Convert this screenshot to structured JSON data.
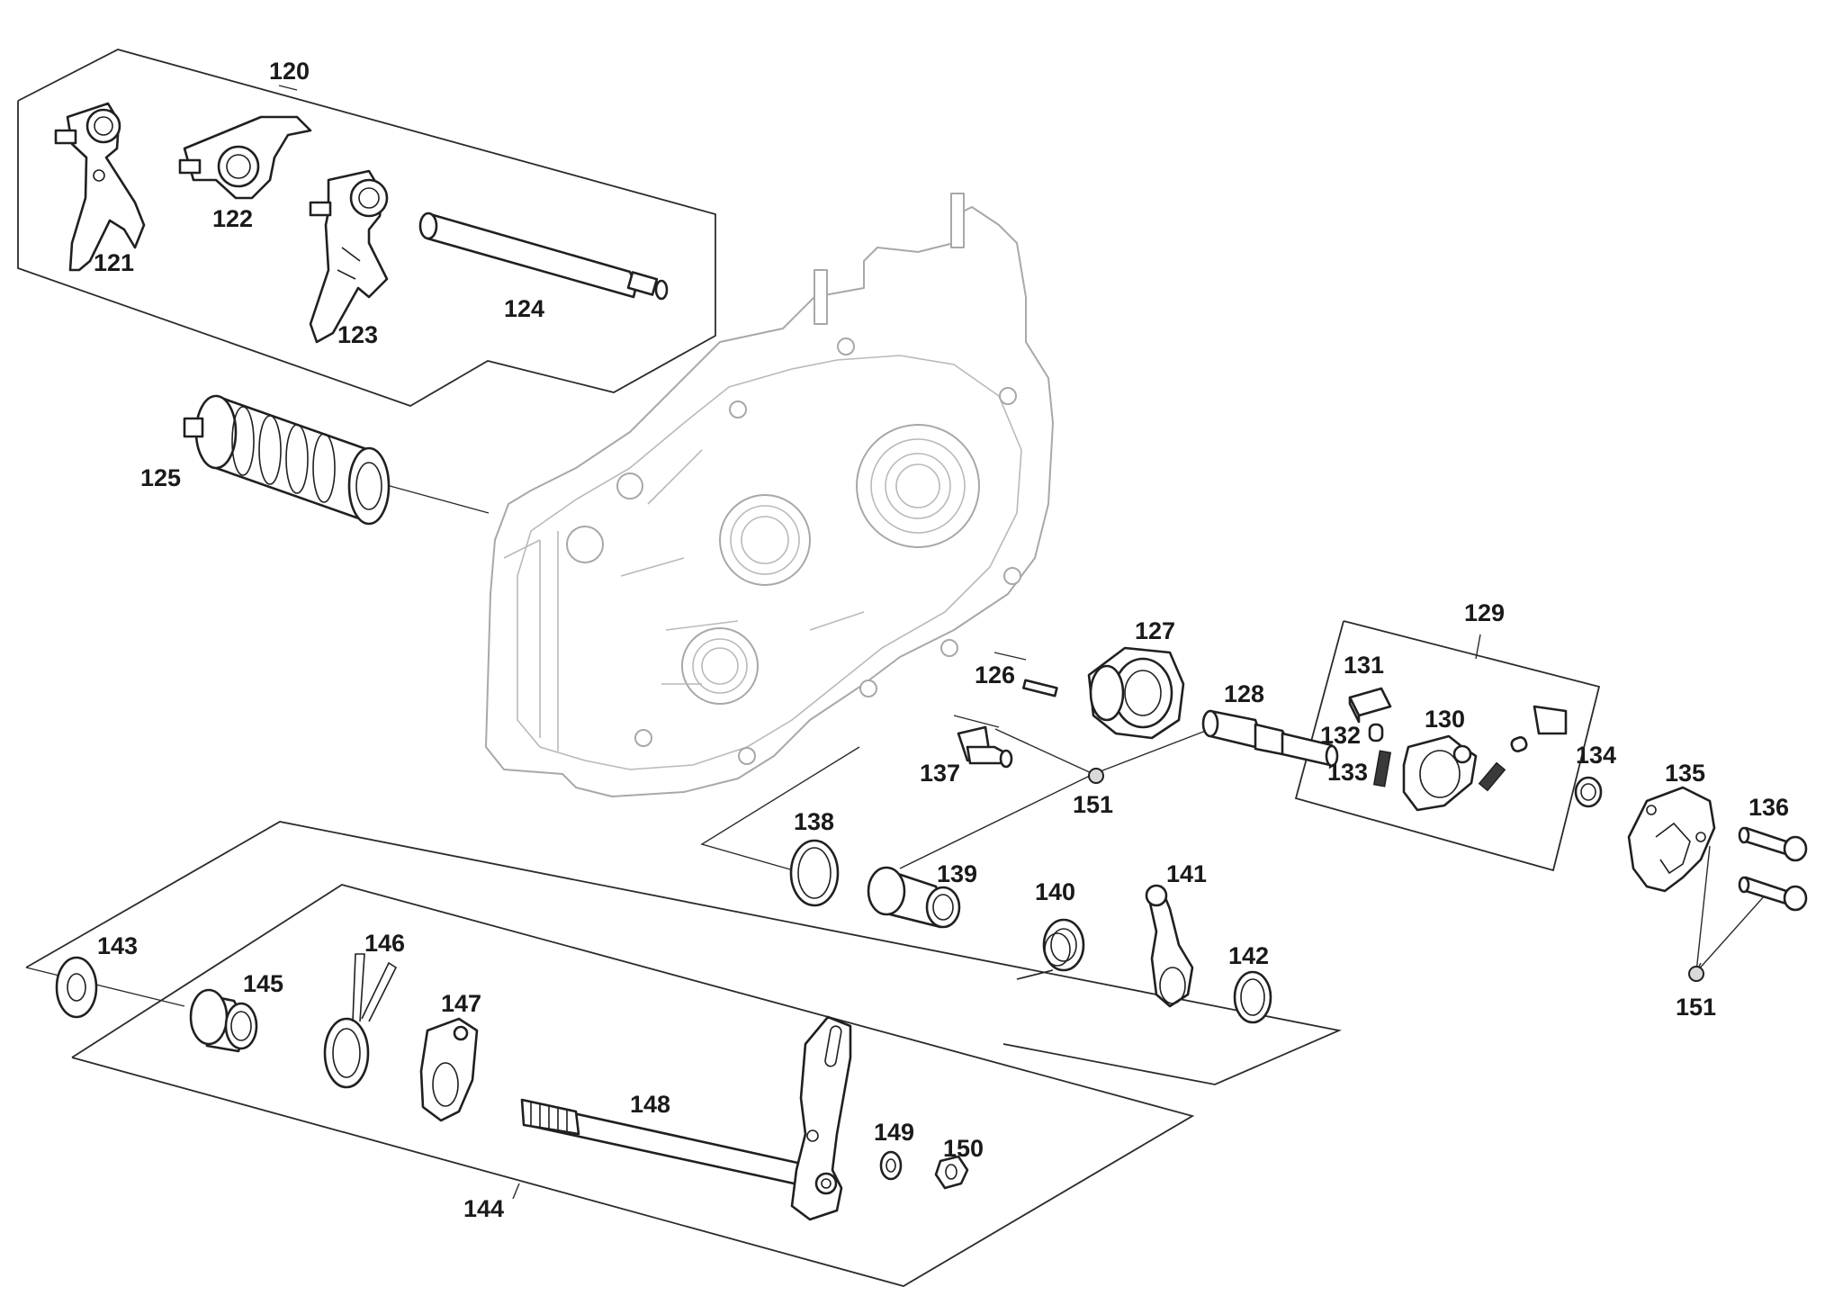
{
  "labels": {
    "p120": "120",
    "p121": "121",
    "p122": "122",
    "p123": "123",
    "p124": "124",
    "p125": "125",
    "p126": "126",
    "p127": "127",
    "p128": "128",
    "p129": "129",
    "p130": "130",
    "p131": "131",
    "p132": "132",
    "p133": "133",
    "p134": "134",
    "p135": "135",
    "p136": "136",
    "p137": "137",
    "p138": "138",
    "p139": "139",
    "p140": "140",
    "p141": "141",
    "p142": "142",
    "p143": "143",
    "p144": "144",
    "p145": "145",
    "p146": "146",
    "p147": "147",
    "p148": "148",
    "p149": "149",
    "p150": "150",
    "p151a": "151",
    "p151b": "151"
  }
}
